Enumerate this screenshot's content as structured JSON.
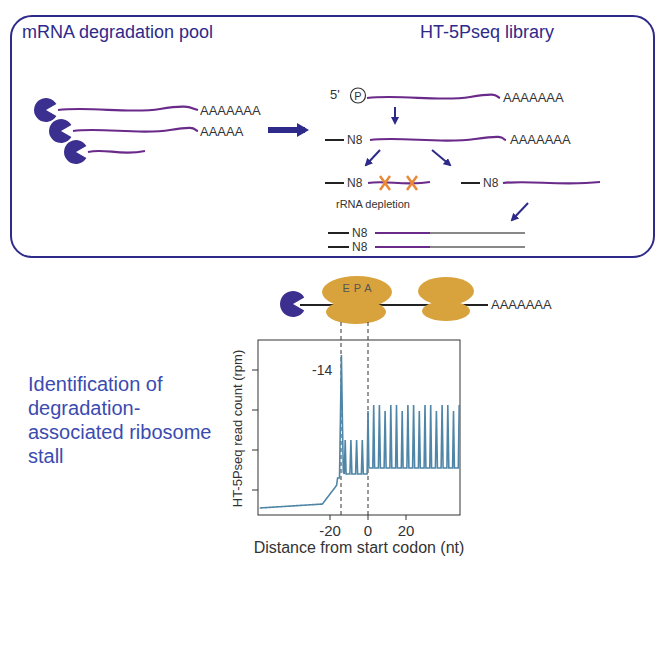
{
  "diagram": {
    "nodes": [
      {
        "text": [
          "mRNA degradation pool",
          "HT-5Pseq library"
        ]
      },
      {
        "text": [
          "EPA"
        ]
      }
    ],
    "labels": [
      "AAAAAAA",
      "AAAAA",
      "5'",
      "P",
      "AAAAAAA",
      "N8",
      "AAAAAAA",
      "N8",
      "rRNA depletion",
      "N8",
      "N8",
      "N8",
      "AAAAAAA",
      "-14",
      "HT-5Pseq read count (rpm)",
      "-20",
      "0",
      "20",
      "Distance from start codon (nt)",
      "Identification of degradation-associated ribosome stall"
    ]
  }
}
